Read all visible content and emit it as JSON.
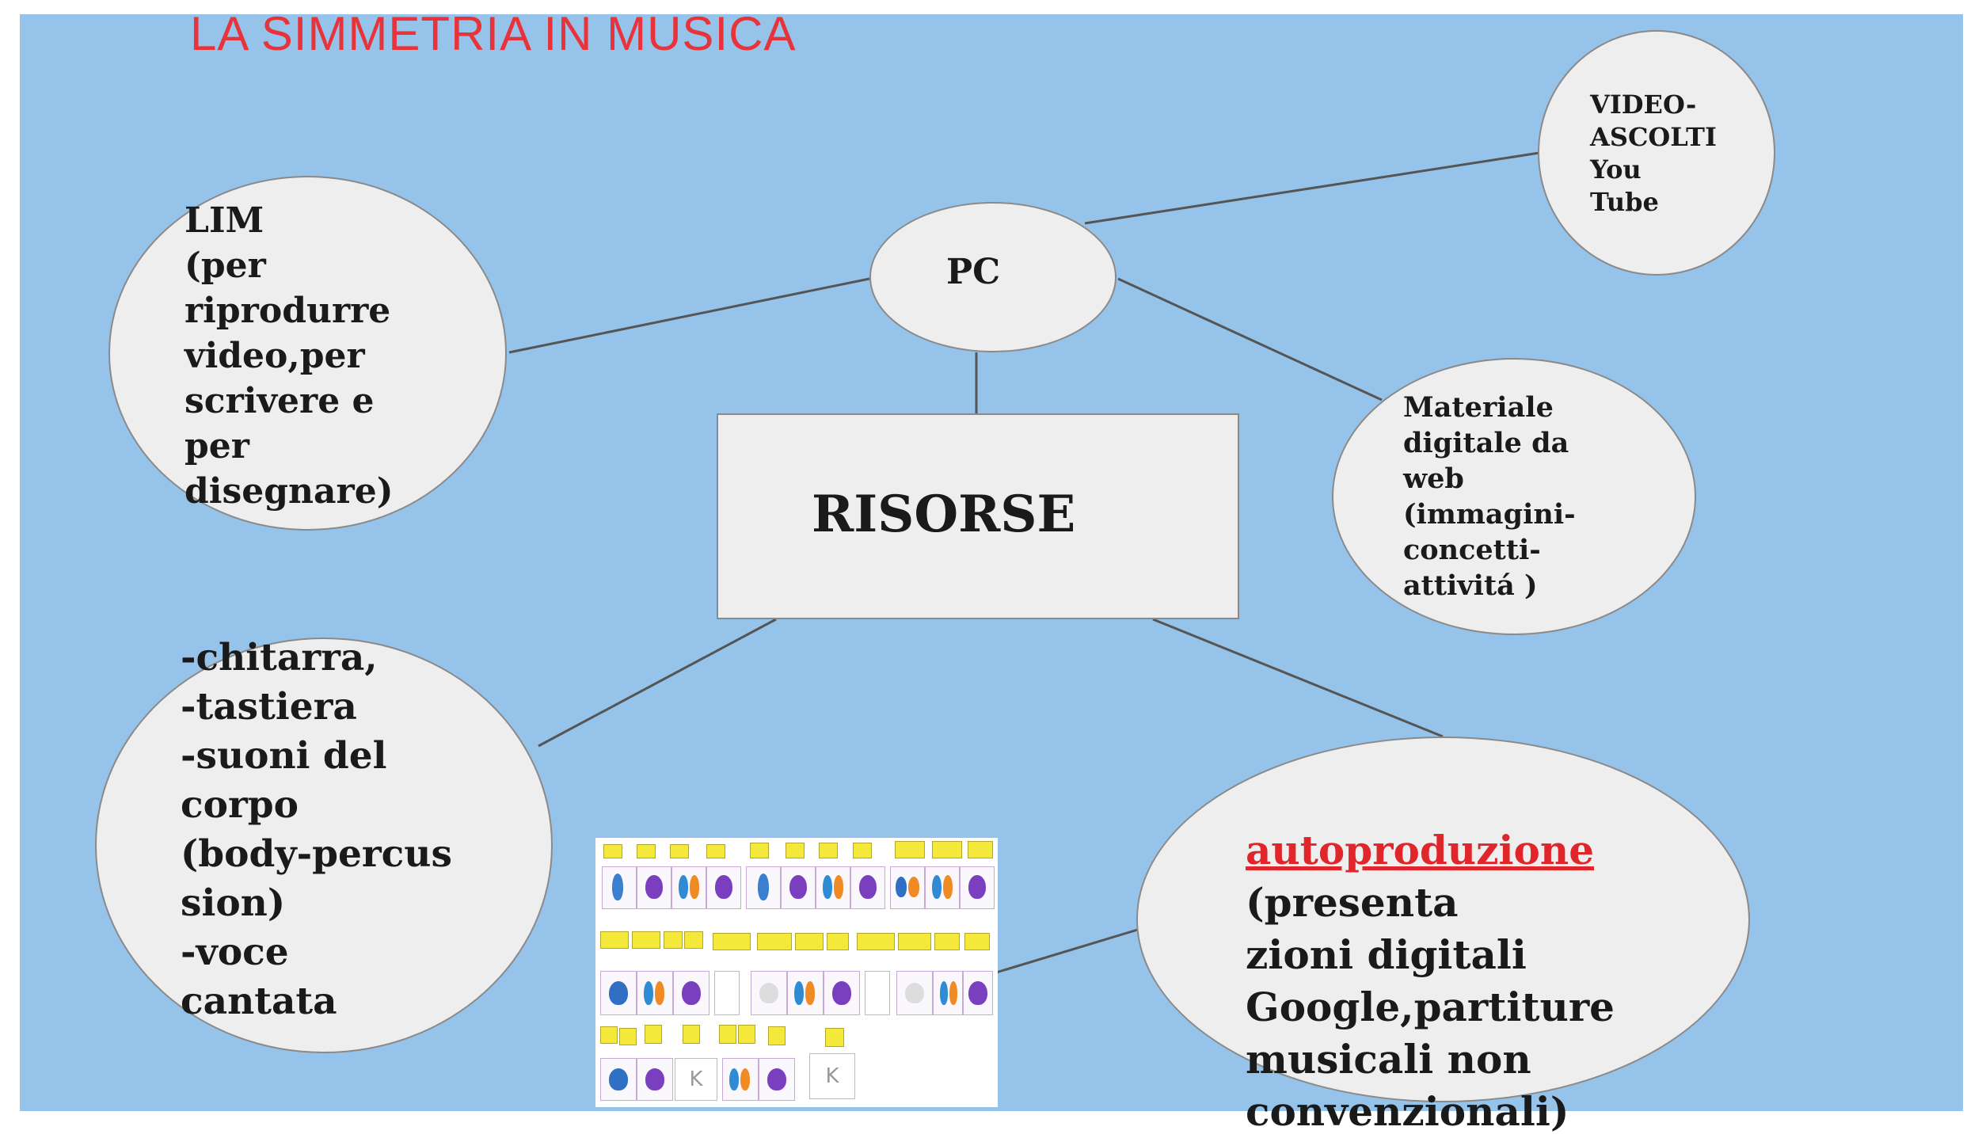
{
  "title": "LA SIMMETRIA IN MUSICA",
  "nodes": {
    "risorse": "RISORSE",
    "pc": "PC",
    "lim": "LIM\n(per\nriprodurre\nvideo,per\nscrivere e\nper\ndisegnare)",
    "video": "VIDEO-\nASCOLTI\nYou\nTube",
    "materiale": "Materiale\ndigitale da\nweb\n(immagini-\nconcetti-\nattivitá )",
    "strumenti": "-chitarra,\n-tastiera\n-suoni del\ncorpo\n(body-percus\nsion)\n-voce\ncantata",
    "autoproduzione_title": "autoproduzione",
    "autoproduzione_body": "(presenta\n  zioni digitali\nGoogle,partiture\nmusicali non\nconvenzionali)"
  },
  "colors": {
    "background": "#96c3ea",
    "node_fill": "#eeeeee",
    "title": "#e8333b",
    "highlight": "#e0262a"
  },
  "thumbnail": {
    "description_icon": "score-thumbnail"
  }
}
